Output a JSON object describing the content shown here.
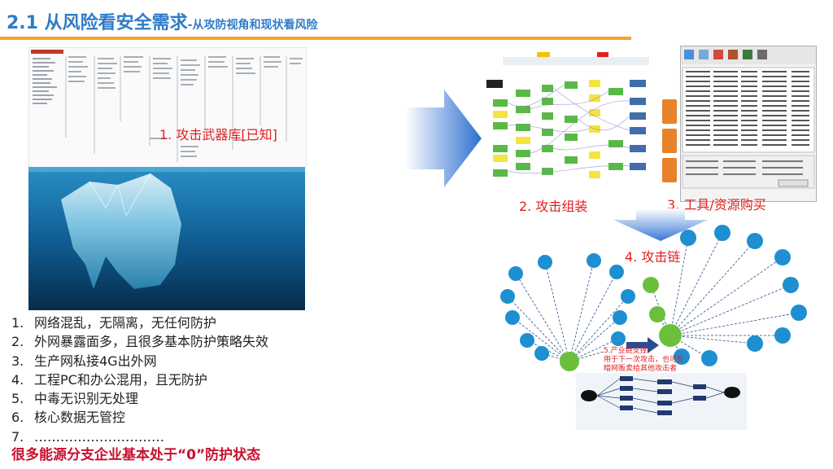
{
  "slide": {
    "title": "2.1 从风险看安全需求",
    "subtitle": "-从攻防视角和现状看风险",
    "accent_color": "#2e7bc8",
    "rule_color": "#f4a428"
  },
  "captions": {
    "weapon_library": "1. 攻击武器库[已知]",
    "attack_assembly": "2. 攻击组装",
    "tool_purchase": "3. 工具/资源购买",
    "attack_chain": "4. 攻击链",
    "industry_chain_line1": "5.产业链支撑",
    "industry_chain_line2": "用于下一次攻击，也可在",
    "industry_chain_line3": "暗网贩卖给其他攻击者"
  },
  "risks": [
    {
      "num": "1.",
      "text": "网络混乱，无隔离，无任何防护"
    },
    {
      "num": "2.",
      "text": "外网暴露面多，且很多基本防护策略失效"
    },
    {
      "num": "3.",
      "text": "生产网私接4G出外网"
    },
    {
      "num": "4.",
      "text": "工程PC和办公混用，且无防护"
    },
    {
      "num": "5.",
      "text": "中毒无识别无处理"
    },
    {
      "num": "6.",
      "text": "核心数据无管控"
    },
    {
      "num": "7.",
      "text": "…………………………"
    }
  ],
  "conclusion": "很多能源分支企业基本处于“0”防护状态",
  "icons": {
    "flow_arrow": "big-right-arrow-icon",
    "down_arrow": "down-arrow-icon",
    "doc": "weapon-library-doc",
    "iceberg": "iceberg-icon"
  }
}
